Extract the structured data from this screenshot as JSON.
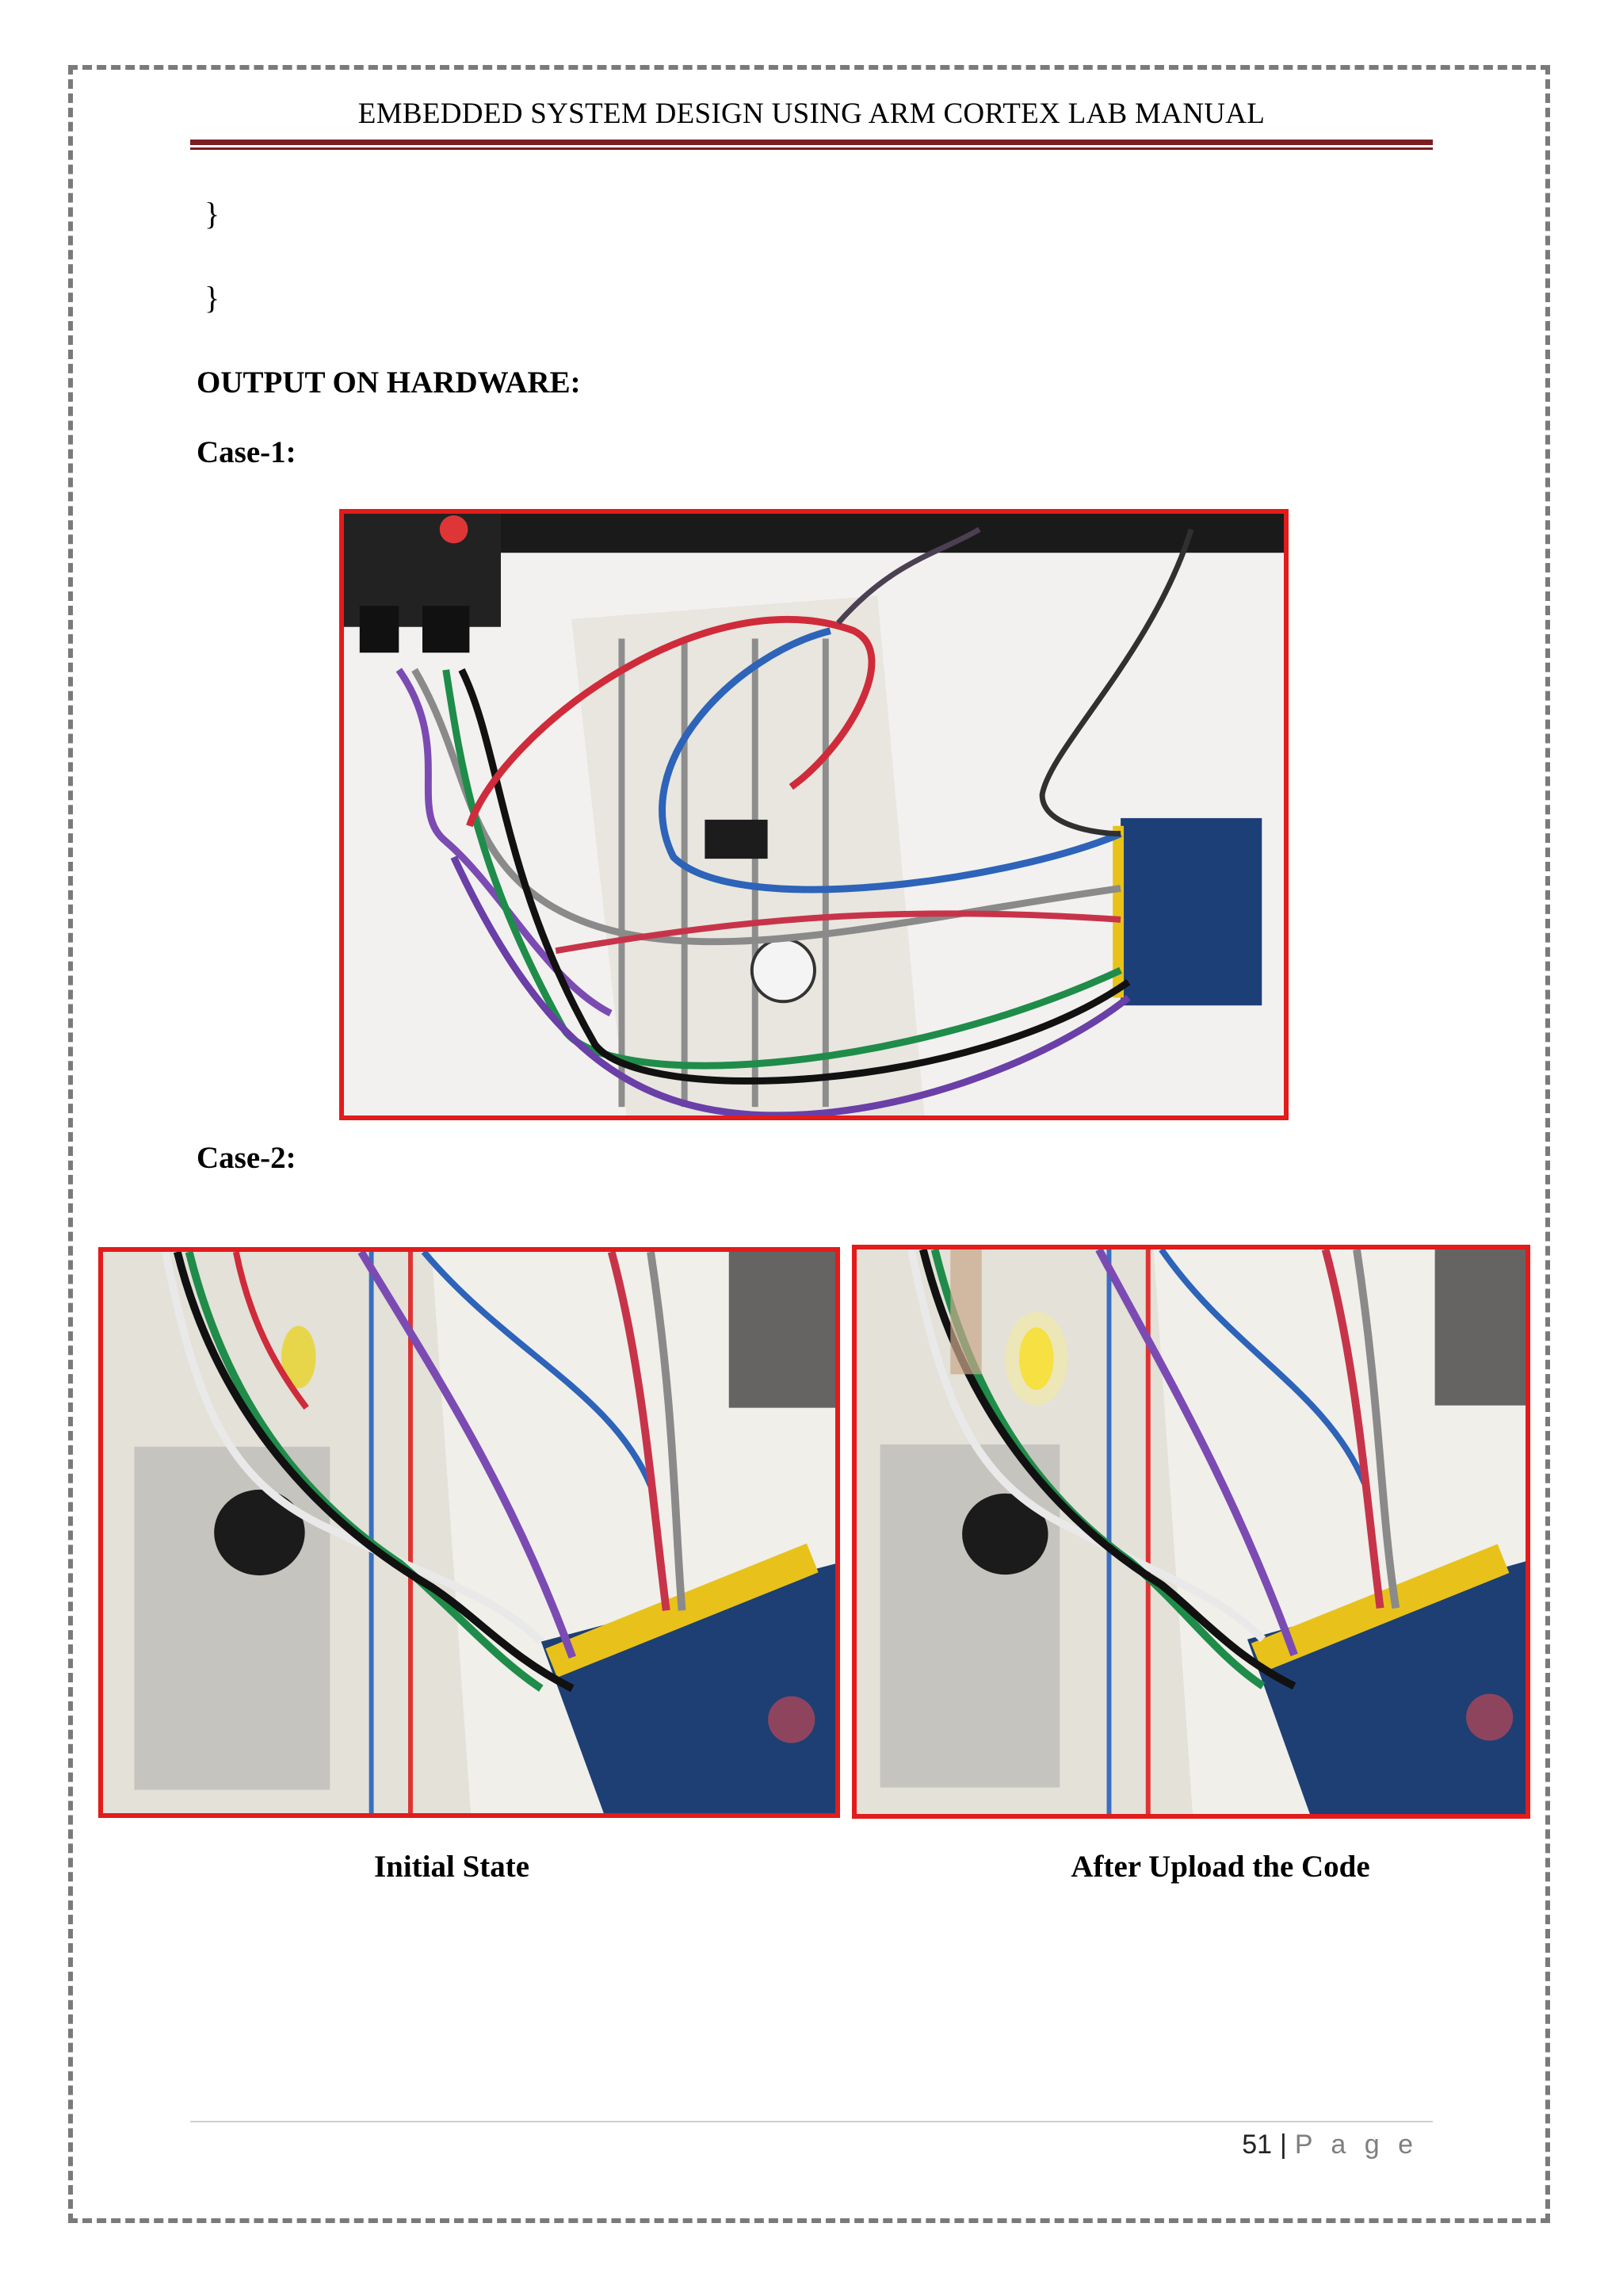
{
  "header": {
    "title": "EMBEDDED SYSTEM DESIGN USING ARM CORTEX LAB MANUAL"
  },
  "code_tail": {
    "brace_1": "}",
    "brace_2": "}"
  },
  "section_heading": "OUTPUT ON HARDWARE:",
  "case_1": {
    "label": "Case-1:"
  },
  "case_2": {
    "label": "Case-2:",
    "captions": {
      "left": "Initial State",
      "right": "After Upload the Code"
    }
  },
  "footer": {
    "page_number": "51",
    "separator": "|",
    "page_word": "P a g e"
  },
  "colors": {
    "photo_border": "#e21b1b",
    "header_rule": "#7b1e22"
  }
}
